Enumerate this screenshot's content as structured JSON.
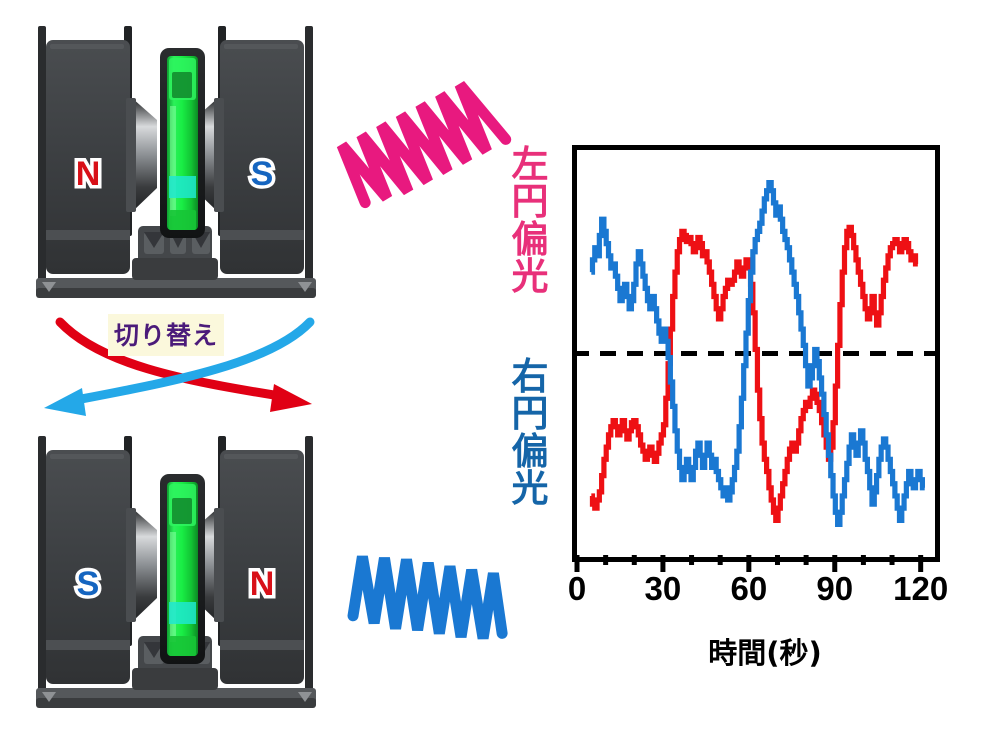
{
  "figure": {
    "title": "",
    "devices": [
      {
        "name": "magnet-device-top",
        "left_pole": "N",
        "right_pole": "S",
        "left_pole_color": "#d81018",
        "right_pole_color": "#1565c0",
        "sample_color": "#12e84a",
        "body_color": "#3c3f42"
      },
      {
        "name": "magnet-device-bottom",
        "left_pole": "S",
        "right_pole": "N",
        "left_pole_color": "#1565c0",
        "right_pole_color": "#d81018",
        "sample_color": "#12e84a",
        "body_color": "#3c3f42"
      }
    ],
    "switch": {
      "label": "切り替え",
      "label_color": "#4b1b7a",
      "label_bg": "#fbf8dc",
      "arrow_down_right_color": "#e00014",
      "arrow_down_left_color": "#24a8e8"
    },
    "helices": [
      {
        "name": "left-circularly-polarized-light",
        "color": "#e8197f",
        "turns": 7
      },
      {
        "name": "right-circularly-polarized-light",
        "color": "#1a78d2",
        "turns": 7
      }
    ]
  },
  "chart_data": {
    "type": "line",
    "title": "",
    "xlabel": "時間(秒)",
    "ylabel_top": "左円偏光",
    "ylabel_bottom": "右円偏光",
    "ylabel_top_color": "#e8307a",
    "ylabel_bottom_color": "#1565a8",
    "xlim": [
      0,
      125
    ],
    "ylim": [
      -1.0,
      1.0
    ],
    "xticks_major": [
      0,
      30,
      60,
      90,
      120
    ],
    "xticks_major_labels": [
      "0",
      "30",
      "60",
      "90",
      "120"
    ],
    "xticks_minor": [
      10,
      20,
      40,
      50,
      70,
      80,
      100,
      110
    ],
    "grid": false,
    "legend": "none",
    "zero_line": {
      "value": 0.0,
      "style": "dashed",
      "color": "#000000",
      "width": 5
    },
    "series": [
      {
        "name": "red-trace",
        "color": "#ee1014",
        "x": [
          5.0,
          5.8,
          6.6,
          7.4,
          8.2,
          9.0,
          9.8,
          10.6,
          11.4,
          12.2,
          13.0,
          13.8,
          14.6,
          15.4,
          16.2,
          17.0,
          17.8,
          18.6,
          19.4,
          20.2,
          21.0,
          21.8,
          22.6,
          23.4,
          24.2,
          25.0,
          25.8,
          26.6,
          27.4,
          28.2,
          29.0,
          29.8,
          30.6,
          31.4,
          32.2,
          33.0,
          33.8,
          34.6,
          35.4,
          36.2,
          37.0,
          37.8,
          38.6,
          39.4,
          40.2,
          41.0,
          41.8,
          42.6,
          43.4,
          44.2,
          45.0,
          45.8,
          46.6,
          47.4,
          48.2,
          49.0,
          49.8,
          50.6,
          51.4,
          52.2,
          53.0,
          53.8,
          54.6,
          55.4,
          56.2,
          57.0,
          57.8,
          58.6,
          59.4,
          60.2,
          61.0,
          61.8,
          62.6,
          63.4,
          64.2,
          65.0,
          65.8,
          66.6,
          67.4,
          68.2,
          69.0,
          69.8,
          70.6,
          71.4,
          72.2,
          73.0,
          73.8,
          74.6,
          75.4,
          76.2,
          77.0,
          77.8,
          78.6,
          79.4,
          80.2,
          81.0,
          81.8,
          82.6,
          83.4,
          84.2,
          85.0,
          85.8,
          86.6,
          87.4,
          88.2,
          89.0,
          89.8,
          90.6,
          91.4,
          92.2,
          93.0,
          93.8,
          94.6,
          95.4,
          96.2,
          97.0,
          97.8,
          98.6,
          99.4,
          100.2,
          101.0,
          101.8,
          102.6,
          103.4,
          104.2,
          105.0,
          105.8,
          106.6,
          107.4,
          108.2,
          109.0,
          109.8,
          110.6,
          111.4,
          112.2,
          113.0,
          113.8,
          114.6,
          115.4,
          116.2,
          117.0,
          117.8,
          118.6,
          119.4,
          120.2,
          121.0,
          121.8,
          122.6
        ],
        "y": [
          -0.7,
          -0.74,
          -0.76,
          -0.72,
          -0.68,
          -0.6,
          -0.52,
          -0.46,
          -0.4,
          -0.36,
          -0.33,
          -0.36,
          -0.4,
          -0.37,
          -0.33,
          -0.38,
          -0.42,
          -0.38,
          -0.34,
          -0.33,
          -0.36,
          -0.4,
          -0.45,
          -0.48,
          -0.52,
          -0.49,
          -0.46,
          -0.5,
          -0.53,
          -0.49,
          -0.44,
          -0.4,
          -0.35,
          -0.22,
          -0.05,
          0.12,
          0.28,
          0.4,
          0.5,
          0.56,
          0.6,
          0.58,
          0.55,
          0.57,
          0.54,
          0.5,
          0.52,
          0.57,
          0.54,
          0.48,
          0.5,
          0.45,
          0.4,
          0.34,
          0.28,
          0.22,
          0.17,
          0.22,
          0.28,
          0.32,
          0.36,
          0.34,
          0.36,
          0.4,
          0.45,
          0.42,
          0.38,
          0.42,
          0.46,
          0.42,
          0.34,
          0.2,
          0.02,
          -0.18,
          -0.32,
          -0.44,
          -0.52,
          -0.58,
          -0.66,
          -0.72,
          -0.78,
          -0.82,
          -0.76,
          -0.7,
          -0.64,
          -0.58,
          -0.52,
          -0.47,
          -0.44,
          -0.48,
          -0.44,
          -0.38,
          -0.32,
          -0.28,
          -0.24,
          -0.26,
          -0.22,
          -0.18,
          -0.2,
          -0.24,
          -0.28,
          -0.34,
          -0.4,
          -0.46,
          -0.52,
          -0.46,
          -0.34,
          -0.16,
          0.04,
          0.24,
          0.4,
          0.52,
          0.6,
          0.62,
          0.58,
          0.52,
          0.46,
          0.4,
          0.34,
          0.28,
          0.22,
          0.17,
          0.22,
          0.28,
          0.2,
          0.14,
          0.2,
          0.28,
          0.36,
          0.42,
          0.48,
          0.52,
          0.54,
          0.56,
          0.54,
          0.5,
          0.52,
          0.56,
          0.54,
          0.5,
          0.46,
          0.48,
          0.44
        ]
      },
      {
        "name": "blue-trace",
        "color": "#1a78d2",
        "x": [
          5.0,
          5.8,
          6.6,
          7.4,
          8.2,
          9.0,
          9.8,
          10.6,
          11.4,
          12.2,
          13.0,
          13.8,
          14.6,
          15.4,
          16.2,
          17.0,
          17.8,
          18.6,
          19.4,
          20.2,
          21.0,
          21.8,
          22.6,
          23.4,
          24.2,
          25.0,
          25.8,
          26.6,
          27.4,
          28.2,
          29.0,
          29.8,
          30.6,
          31.4,
          32.2,
          33.0,
          33.8,
          34.6,
          35.4,
          36.2,
          37.0,
          37.8,
          38.6,
          39.4,
          40.2,
          41.0,
          41.8,
          42.6,
          43.4,
          44.2,
          45.0,
          45.8,
          46.6,
          47.4,
          48.2,
          49.0,
          49.8,
          50.6,
          51.4,
          52.2,
          53.0,
          53.8,
          54.6,
          55.4,
          56.2,
          57.0,
          57.8,
          58.6,
          59.4,
          60.2,
          61.0,
          61.8,
          62.6,
          63.4,
          64.2,
          65.0,
          65.8,
          66.6,
          67.4,
          68.2,
          69.0,
          69.8,
          70.6,
          71.4,
          72.2,
          73.0,
          73.8,
          74.6,
          75.4,
          76.2,
          77.0,
          77.8,
          78.6,
          79.4,
          80.2,
          81.0,
          81.8,
          82.6,
          83.4,
          84.2,
          85.0,
          85.8,
          86.6,
          87.4,
          88.2,
          89.0,
          89.8,
          90.6,
          91.4,
          92.2,
          93.0,
          93.8,
          94.6,
          95.4,
          96.2,
          97.0,
          97.8,
          98.6,
          99.4,
          100.2,
          101.0,
          101.8,
          102.6,
          103.4,
          104.2,
          105.0,
          105.8,
          106.6,
          107.4,
          108.2,
          109.0,
          109.8,
          110.6,
          111.4,
          112.2,
          113.0,
          113.8,
          114.6,
          115.4,
          116.2,
          117.0,
          117.8,
          118.6,
          119.4,
          120.2,
          121.0,
          121.8,
          122.6
        ],
        "y": [
          0.4,
          0.46,
          0.52,
          0.48,
          0.58,
          0.66,
          0.6,
          0.54,
          0.48,
          0.42,
          0.44,
          0.38,
          0.32,
          0.26,
          0.3,
          0.34,
          0.28,
          0.22,
          0.26,
          0.34,
          0.44,
          0.5,
          0.44,
          0.38,
          0.32,
          0.26,
          0.22,
          0.28,
          0.22,
          0.16,
          0.1,
          0.06,
          0.12,
          0.06,
          -0.02,
          -0.14,
          -0.26,
          -0.38,
          -0.48,
          -0.56,
          -0.62,
          -0.58,
          -0.52,
          -0.58,
          -0.62,
          -0.56,
          -0.48,
          -0.44,
          -0.5,
          -0.56,
          -0.5,
          -0.44,
          -0.5,
          -0.56,
          -0.52,
          -0.58,
          -0.62,
          -0.66,
          -0.7,
          -0.66,
          -0.72,
          -0.68,
          -0.62,
          -0.56,
          -0.48,
          -0.36,
          -0.22,
          -0.06,
          0.1,
          0.26,
          0.4,
          0.5,
          0.56,
          0.6,
          0.64,
          0.7,
          0.76,
          0.8,
          0.84,
          0.8,
          0.74,
          0.68,
          0.72,
          0.66,
          0.6,
          0.56,
          0.52,
          0.46,
          0.4,
          0.34,
          0.28,
          0.2,
          0.12,
          0.04,
          -0.06,
          -0.16,
          -0.12,
          -0.06,
          0.02,
          -0.04,
          -0.12,
          -0.2,
          -0.3,
          -0.4,
          -0.5,
          -0.6,
          -0.7,
          -0.78,
          -0.84,
          -0.78,
          -0.7,
          -0.62,
          -0.54,
          -0.46,
          -0.4,
          -0.44,
          -0.5,
          -0.44,
          -0.38,
          -0.44,
          -0.52,
          -0.58,
          -0.66,
          -0.74,
          -0.68,
          -0.6,
          -0.52,
          -0.46,
          -0.42,
          -0.46,
          -0.52,
          -0.58,
          -0.64,
          -0.7,
          -0.76,
          -0.82,
          -0.76,
          -0.7,
          -0.64,
          -0.58,
          -0.62,
          -0.66,
          -0.62,
          -0.58,
          -0.62,
          -0.66
        ]
      }
    ]
  }
}
